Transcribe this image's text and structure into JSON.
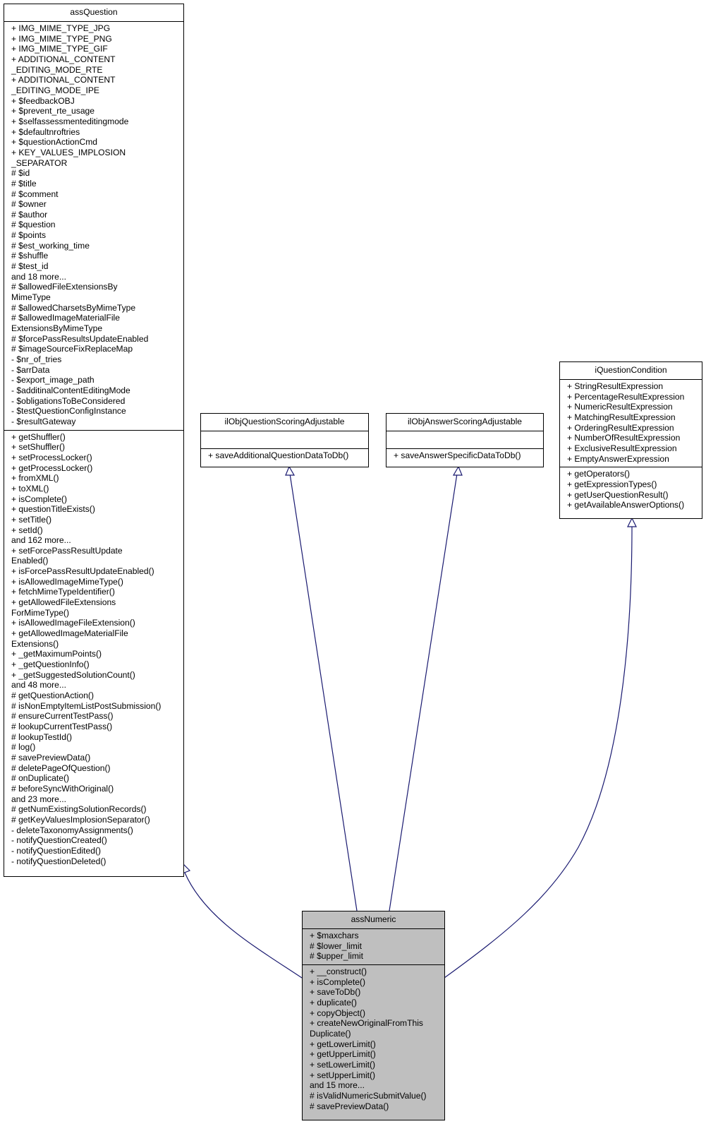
{
  "classes": {
    "assQuestion": {
      "name": "assQuestion",
      "attributes": [
        "+ IMG_MIME_TYPE_JPG",
        "+ IMG_MIME_TYPE_PNG",
        "+ IMG_MIME_TYPE_GIF",
        "+ ADDITIONAL_CONTENT",
        "_EDITING_MODE_RTE",
        "+ ADDITIONAL_CONTENT",
        "_EDITING_MODE_IPE",
        "+ $feedbackOBJ",
        "+ $prevent_rte_usage",
        "+ $selfassessmenteditingmode",
        "+ $defaultnroftries",
        "+ $questionActionCmd",
        "+ KEY_VALUES_IMPLOSION",
        "_SEPARATOR",
        "# $id",
        "# $title",
        "# $comment",
        "# $owner",
        "# $author",
        "# $question",
        "# $points",
        "# $est_working_time",
        "# $shuffle",
        "# $test_id",
        "and 18 more...",
        "# $allowedFileExtensionsBy",
        "MimeType",
        "# $allowedCharsetsByMimeType",
        "# $allowedImageMaterialFile",
        "ExtensionsByMimeType",
        "# $forcePassResultsUpdateEnabled",
        "# $imageSourceFixReplaceMap",
        "- $nr_of_tries",
        "- $arrData",
        "- $export_image_path",
        "- $additinalContentEditingMode",
        "- $obligationsToBeConsidered",
        "- $testQuestionConfigInstance",
        "- $resultGateway"
      ],
      "operations": [
        "+ getShuffler()",
        "+ setShuffler()",
        "+ setProcessLocker()",
        "+ getProcessLocker()",
        "+ fromXML()",
        "+ toXML()",
        "+ isComplete()",
        "+ questionTitleExists()",
        "+ setTitle()",
        "+ setId()",
        "and 162 more...",
        "+ setForcePassResultUpdate",
        "Enabled()",
        "+ isForcePassResultUpdateEnabled()",
        "+ isAllowedImageMimeType()",
        "+ fetchMimeTypeIdentifier()",
        "+ getAllowedFileExtensions",
        "ForMimeType()",
        "+ isAllowedImageFileExtension()",
        "+ getAllowedImageMaterialFile",
        "Extensions()",
        "+ _getMaximumPoints()",
        "+ _getQuestionInfo()",
        "+ _getSuggestedSolutionCount()",
        "and 48 more...",
        "# getQuestionAction()",
        "# isNonEmptyItemListPostSubmission()",
        "# ensureCurrentTestPass()",
        "# lookupCurrentTestPass()",
        "# lookupTestId()",
        "# log()",
        "# savePreviewData()",
        "# deletePageOfQuestion()",
        "# onDuplicate()",
        "# beforeSyncWithOriginal()",
        "and 23 more...",
        "# getNumExistingSolutionRecords()",
        "# getKeyValuesImplosionSeparator()",
        "- deleteTaxonomyAssignments()",
        "- notifyQuestionCreated()",
        "- notifyQuestionEdited()",
        "- notifyQuestionDeleted()"
      ]
    },
    "questionScoring": {
      "name": "ilObjQuestionScoringAdjustable",
      "attributes": [],
      "operations": [
        "+ saveAdditionalQuestionDataToDb()"
      ]
    },
    "answerScoring": {
      "name": "ilObjAnswerScoringAdjustable",
      "attributes": [],
      "operations": [
        "+ saveAnswerSpecificDataToDb()"
      ]
    },
    "questionCondition": {
      "name": "iQuestionCondition",
      "attributes": [
        "+ StringResultExpression",
        "+ PercentageResultExpression",
        "+ NumericResultExpression",
        "+ MatchingResultExpression",
        "+ OrderingResultExpression",
        "+ NumberOfResultExpression",
        "+ ExclusiveResultExpression",
        "+ EmptyAnswerExpression"
      ],
      "operations": [
        "+ getOperators()",
        "+ getExpressionTypes()",
        "+ getUserQuestionResult()",
        "+ getAvailableAnswerOptions()"
      ]
    },
    "assNumeric": {
      "name": "assNumeric",
      "attributes": [
        "+ $maxchars",
        "# $lower_limit",
        "# $upper_limit"
      ],
      "operations": [
        "+ __construct()",
        "+ isComplete()",
        "+ saveToDb()",
        "+ duplicate()",
        "+ copyObject()",
        "+ createNewOriginalFromThis",
        "Duplicate()",
        "+ getLowerLimit()",
        "+ getUpperLimit()",
        "+ setLowerLimit()",
        "+ setUpperLimit()",
        "and 15 more...",
        "# isValidNumericSubmitValue()",
        "# savePreviewData()"
      ]
    }
  },
  "colors": {
    "edge": "#191970",
    "focus_fill": "#bfbfbf",
    "border": "#000000"
  }
}
